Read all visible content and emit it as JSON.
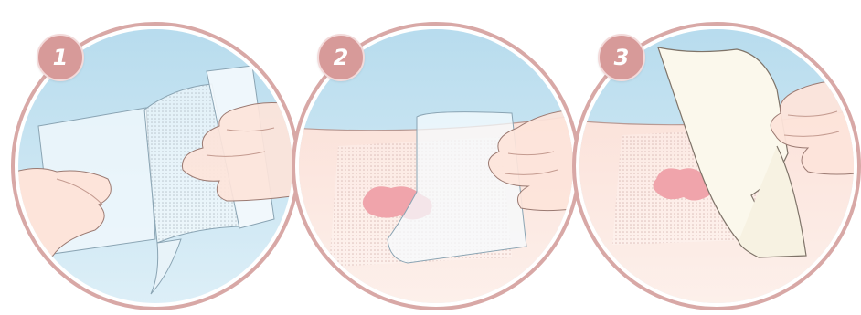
{
  "steps": [
    {
      "number": "1"
    },
    {
      "number": "2"
    },
    {
      "number": "3"
    }
  ],
  "colors": {
    "ring": "#d8a8a6",
    "sky": "#bfe0ef",
    "skin": "#fde7df",
    "wound": "#f0a4ab",
    "badge": "#d79a99",
    "backing_paper": "#fbf8ec"
  }
}
